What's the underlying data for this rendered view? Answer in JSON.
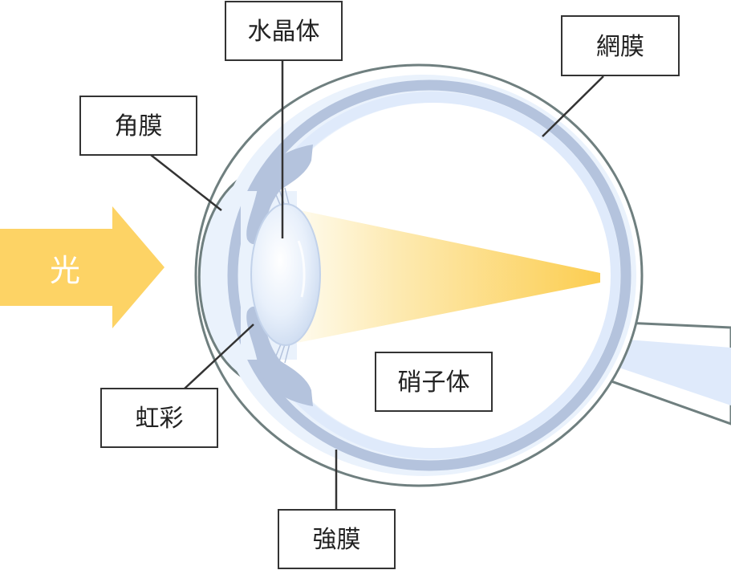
{
  "light": {
    "label": "光"
  },
  "labels": {
    "lens": "水晶体",
    "retina": "網膜",
    "cornea": "角膜",
    "iris": "虹彩",
    "vitreous": "硝子体",
    "sclera": "強膜"
  },
  "colors": {
    "light_arrow": "#fdd365",
    "beam": "#fccd4f",
    "sclera_outline": "#6f7f7f",
    "eye_fill": "#eaf2fc",
    "choroid_band": "#b4c3dd",
    "retina_band": "#dfeafb",
    "lens": "#dde9f8"
  }
}
